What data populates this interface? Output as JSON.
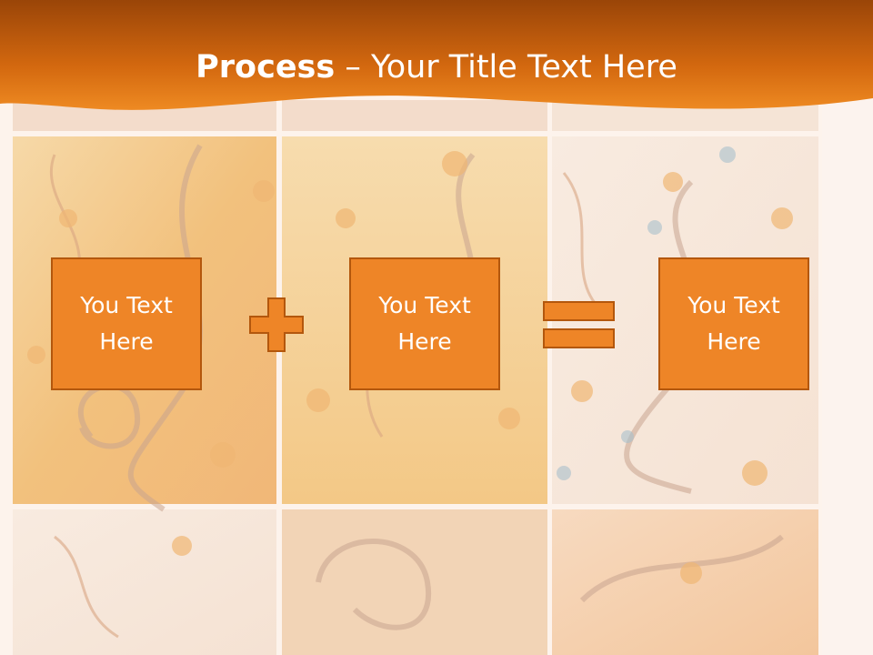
{
  "slide": {
    "title_bold": "Process",
    "title_rest": " – Your Title Text Here",
    "boxes": [
      {
        "text": "You Text Here"
      },
      {
        "text": "You Text Here"
      },
      {
        "text": "You Text Here"
      }
    ],
    "operators": [
      "plus-icon",
      "equals-icon"
    ]
  },
  "colors": {
    "header": "#c25d0c",
    "box_fill": "#ee8527",
    "box_border": "#b3570d",
    "title_text": "#ffffff"
  }
}
